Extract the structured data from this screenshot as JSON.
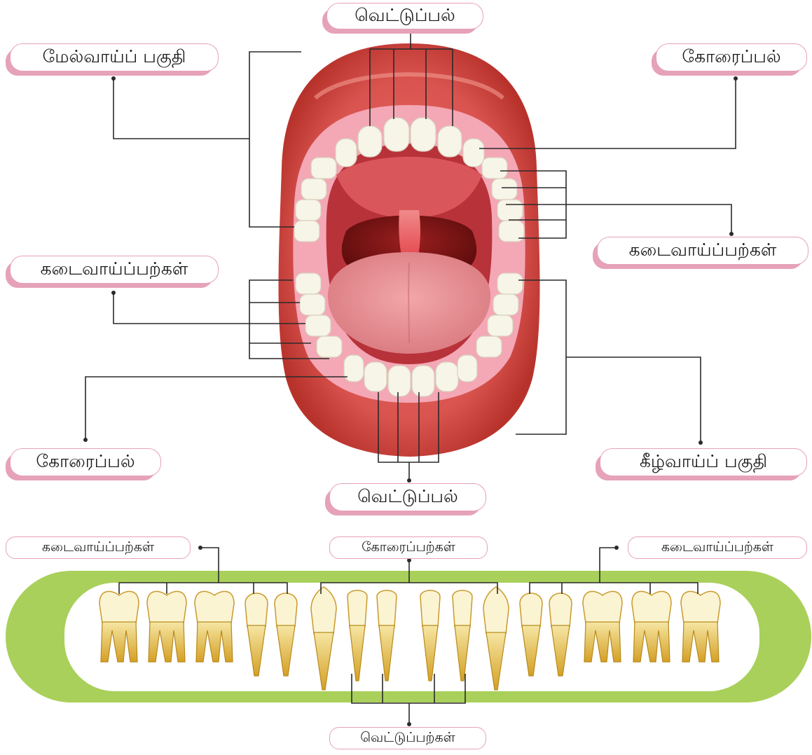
{
  "labels": {
    "upper_incisors": "வெட்டுப்பல்",
    "upper_jaw": "மேல்வாய்ப் பகுதி",
    "upper_canine": "கோரைப்பல்",
    "upper_molars": "கடைவாய்ப்பற்கள்",
    "lower_molars": "கடைவாய்ப்பற்கள்",
    "lower_canine": "கோரைப்பல்",
    "lower_jaw": "கீழ்வாய்ப் பகுதி",
    "lower_incisors": "வெட்டுப்பல்",
    "row_molars_left": "கடைவாய்ப்பற்கள்",
    "row_canines": "கோரைப்பற்கள்",
    "row_molars_right": "கடைவாய்ப்பற்கள்",
    "row_incisors": "வெட்டுப்பற்கள்"
  },
  "colors": {
    "lips": "#d9534f",
    "lip_dark": "#b8322c",
    "gum": "#f4a7b5",
    "throat": "#7a1414",
    "tongue": "#e58a8f",
    "tooth": "#f7f4e8",
    "tooth_root": "#d9a928",
    "tray": "#a9d05a",
    "label_border": "#e6a2b8",
    "line": "#2a2a2a"
  },
  "teeth_row": [
    "molar",
    "molar",
    "molar",
    "premolar",
    "premolar",
    "canine",
    "incisor",
    "incisor",
    "incisor",
    "incisor",
    "canine",
    "premolar",
    "premolar",
    "molar",
    "molar",
    "molar"
  ]
}
